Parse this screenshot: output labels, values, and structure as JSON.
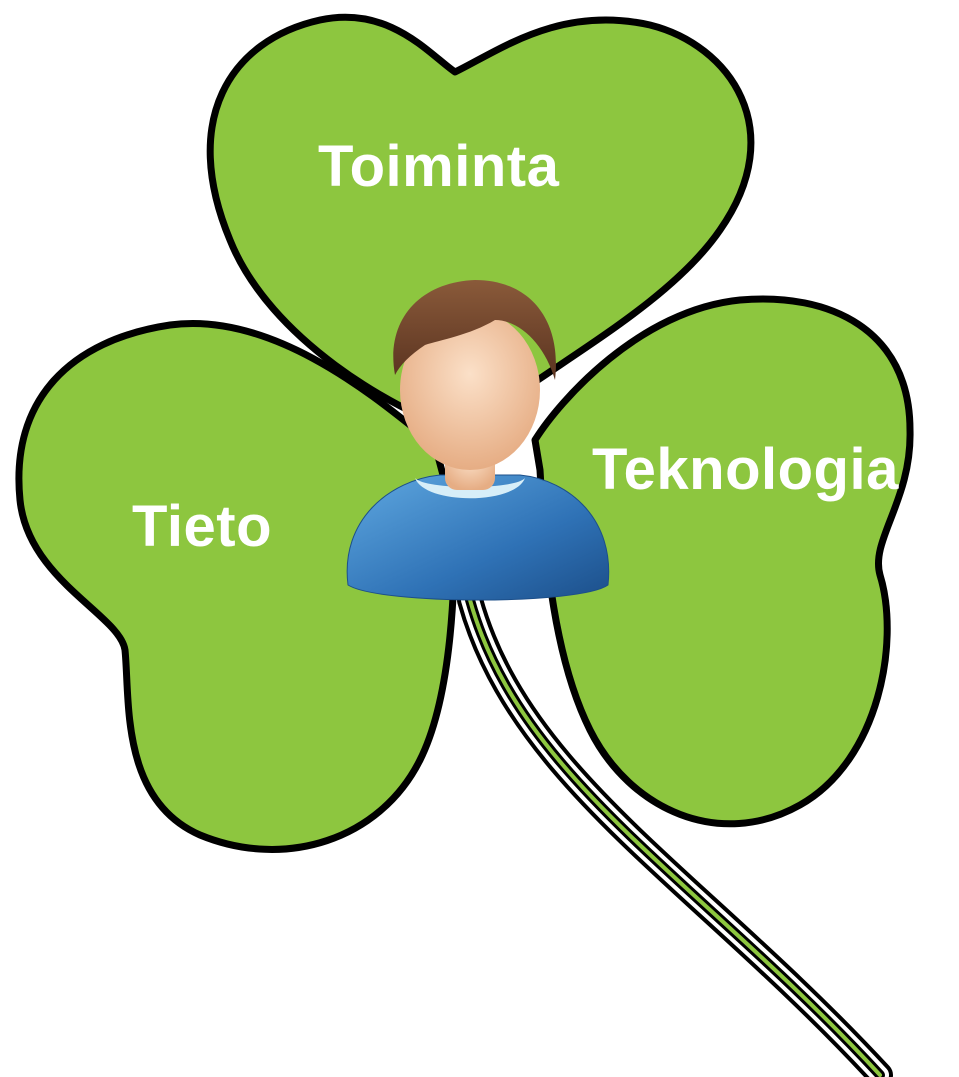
{
  "diagram": {
    "leaves": {
      "top": "Toiminta",
      "right": "Teknologia",
      "left": "Tieto"
    },
    "center_icon": "person-avatar-icon",
    "colors": {
      "leaf_fill": "#8dc63f",
      "outline": "#000000",
      "label_text": "#ffffff",
      "shirt": "#3d82c4",
      "hair": "#6b3f26",
      "skin": "#f3c9a6"
    }
  }
}
